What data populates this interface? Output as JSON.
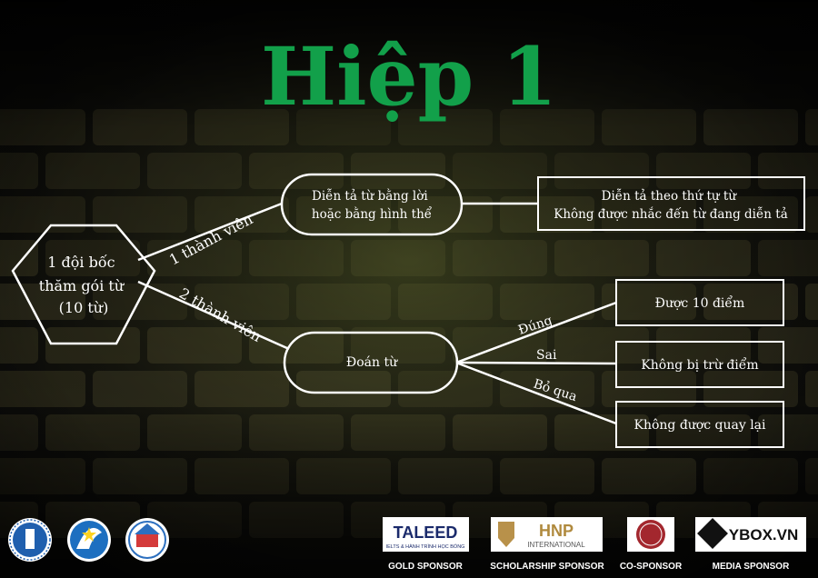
{
  "title": "Hiệp 1",
  "colors": {
    "title": "#12a04a",
    "line": "#ffffff",
    "brick": "#3a3722",
    "mortar": "#0e0e0b",
    "glow": "#6f7a36"
  },
  "diagram": {
    "start": {
      "lines": [
        "1 đội bốc",
        "thăm gói từ",
        "(10 từ)"
      ]
    },
    "branch_labels": {
      "one_member": "1 thành viên",
      "two_members": "2 thành viên"
    },
    "describe": {
      "lines": [
        "Diễn tả từ bằng lời",
        "hoặc bằng hình thể"
      ]
    },
    "describe_rule": {
      "lines": [
        "Diễn tả theo thứ tự từ",
        "Không được nhắc đến từ đang diễn tả"
      ]
    },
    "guess": {
      "label": "Đoán từ"
    },
    "outcomes": [
      {
        "edge": "Đúng",
        "result": "Được 10 điểm"
      },
      {
        "edge": "Sai",
        "result": "Không bị trừ điểm"
      },
      {
        "edge": "Bỏ qua",
        "result": "Không được quay lại"
      }
    ]
  },
  "sponsors": [
    {
      "brand": "TALEED",
      "tagline": "IELTS & HÀNH TRÌNH HỌC BỔNG",
      "role": "GOLD SPONSOR"
    },
    {
      "brand": "HNP",
      "tagline": "INTERNATIONAL",
      "role": "SCHOLARSHIP SPONSOR"
    },
    {
      "brand": "HIGHLANDS COFFEE",
      "role": "CO-SPONSOR"
    },
    {
      "brand": "YBOX.VN",
      "role": "MEDIA SPONSOR"
    }
  ],
  "logos": [
    "university-logo",
    "student-association-logo",
    "volunteer-team-logo"
  ]
}
